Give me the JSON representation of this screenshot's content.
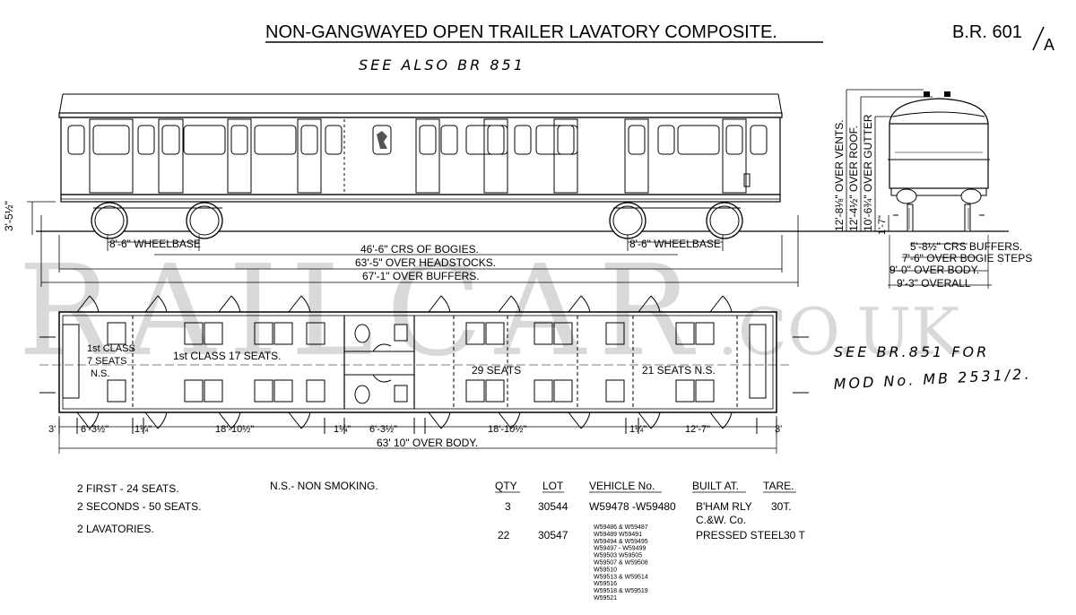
{
  "title": "NON-GANGWAYED OPEN TRAILER LAVATORY COMPOSITE.",
  "ref_main": "B.R. 601",
  "ref_suffix": "A",
  "note_see_also": "SEE ALSO BR 851",
  "note_mod_line1": "SEE BR.851 FOR",
  "note_mod_line2": "MOD No. MB 2531/2.",
  "watermark_main": "RAILCAR",
  "watermark_tail": ".CO.UK",
  "side_dims": {
    "height_35": "3'-5½\"",
    "wheelbase_left": "8'-6\" WHEELBASE",
    "wheelbase_right": "8'-6\" WHEELBASE",
    "crs_bogies": "46'-6\" CRS OF BOGIES.",
    "over_headstocks": "63'-5\" OVER HEADSTOCKS.",
    "over_buffers": "67'-1\" OVER BUFFERS."
  },
  "end_dims": {
    "over_vents": "12'-8⅛\" OVER VENTS.",
    "over_roof": "12'-4½\" OVER ROOF.",
    "over_gutter": "10'-6¾\" OVER GUTTER",
    "h_17": "1'-7\"",
    "crs_buffers": "5'-8½\" CRS BUFFERS.",
    "over_bogie_steps": "7'-6\" OVER BOGIE STEPS",
    "over_body": "9'-0\" OVER BODY.",
    "overall": "9'-3\" OVERALL"
  },
  "plan_labels": {
    "first_small_1": "1st CLASS",
    "first_small_2": "7 SEATS",
    "first_small_3": "N.S.",
    "first_main": "1st CLASS 17 SEATS.",
    "seats_29": "29 SEATS",
    "seats_21": "21 SEATS N.S."
  },
  "plan_dims": {
    "d_3a": "3'",
    "d_63a": "6'-3½\"",
    "d_14a": "1¼\"",
    "d_1810a": "18'-10½\"",
    "d_63b": "6'-3½\"",
    "d_14b": "1¼\"",
    "d_1810b": "18'-10½\"",
    "d_14c": "1¼\"",
    "d_127": "12'-7\"",
    "d_3b": "3'",
    "over_body": "63' 10\" OVER BODY."
  },
  "summary": {
    "first": "2 FIRST - 24 SEATS.",
    "seconds": "2 SECONDS - 50 SEATS.",
    "lavatories": "2 LAVATORIES.",
    "ns_note": "N.S.- NON SMOKING."
  },
  "table": {
    "headers": {
      "qty": "QTY",
      "lot": "LOT",
      "vehicle": "VEHICLE No.",
      "built": "BUILT AT.",
      "tare": "TARE."
    },
    "row1": {
      "qty": "3",
      "lot": "30544",
      "vehicle": "W59478 -W59480",
      "built_1": "B'HAM RLY",
      "built_2": "C.&W. Co.",
      "tare": "30T."
    },
    "row2": {
      "qty": "22",
      "lot": "30547",
      "built": "PRESSED STEEL",
      "tare": "30 T"
    },
    "vehicles2": [
      "W59486 & W59487",
      "W59489   W59491",
      "W59494 & W59495",
      "W59497 - W59499",
      "W59503   W59505",
      "W59507 & W59508",
      "W59510",
      "W59513 & W59514",
      "W59516",
      "W59518 & W59519",
      "W59521"
    ]
  }
}
